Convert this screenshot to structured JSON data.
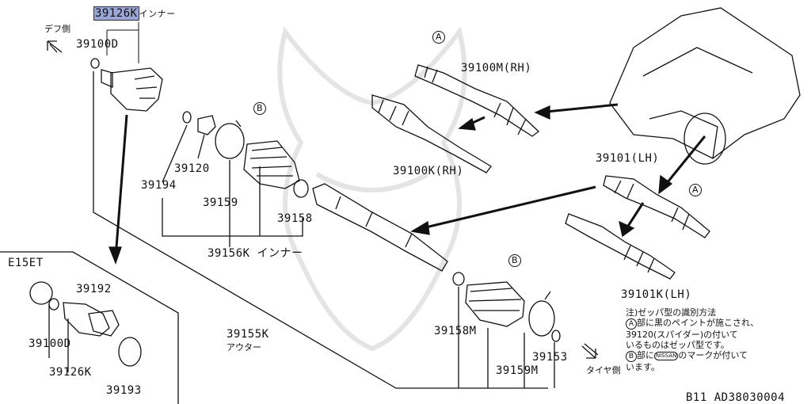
{
  "labels": {
    "p39126k_code": "39126K",
    "p39126k_suffix": "インナー",
    "diff_side": "デフ側",
    "p39100d_top": "39100D",
    "p39194": "39194",
    "p39120": "39120",
    "p39159": "39159",
    "p39158": "39158",
    "p39156k": "39156K インナー",
    "callout_b1": "B",
    "callout_a_top": "A",
    "p39100m_rh": "39100M(RH)",
    "p39100k_rh": "39100K(RH)",
    "p39101_lh": "39101(LH)",
    "callout_a_right": "A",
    "p39101k_lh": "39101K(LH)",
    "e15et": "E15ET",
    "p39192": "39192",
    "p39100d_box": "39100D",
    "p39126k_box": "39126K",
    "p39193": "39193",
    "p39155k": "39155K",
    "outer": "アウター",
    "callout_b2": "B",
    "p39158m": "39158M",
    "p39159m": "39159M",
    "p39153": "39153",
    "tire_side": "タイヤ側",
    "diagram_code": "B11  AD38030004"
  },
  "note": {
    "line1": "注)ゼッパ型の識別方法",
    "a_mark": "A",
    "line2": "部に黒のペイントが施こされ、",
    "line3": "39120(スパイダー)の付いて",
    "line4": "いるものはゼッパ型です。",
    "b_mark": "B",
    "line5_pre": "部に",
    "nissan": "NISSAN",
    "line5_post": "のマークが付いて",
    "line6": "います。"
  }
}
